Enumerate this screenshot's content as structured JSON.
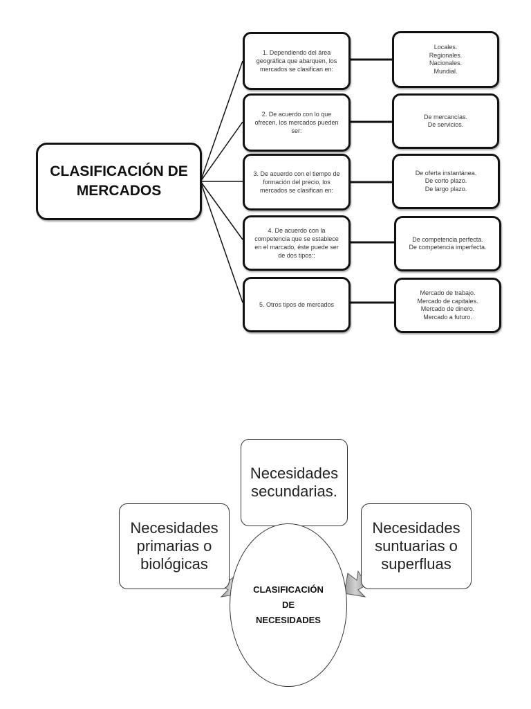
{
  "diagram1": {
    "title": "CLASIFICACIÓN DE\nMERCADOS",
    "categories": [
      {
        "label": "1. Dependiendo del área\ngeográfica que abarquen, los\nmercados se clasifican en:",
        "items": "Locales.\nRegionales.\nNacionales.\nMundial."
      },
      {
        "label": "2. De acuerdo con lo que\nofrecen, los mercados pueden\nser:",
        "items": "De mercancías.\nDe servicios."
      },
      {
        "label": "3. De acuerdo con el tiempo de\nformación del precio, los\nmercados se clasifican en:",
        "items": "De oferta instantánea.\nDe corto plazo.\nDe largo plazo."
      },
      {
        "label": "4. De acuerdo con la\ncompetencia que se establece\nen el marcado, éste puede ser\nde dos tipos::",
        "items": "De competencia perfecta.\nDe competencia imperfecta."
      },
      {
        "label": "5. Otros tipos de mercados",
        "items": "Mercado de trabajo.\nMercado de capitales.\nMercado de dinero.\nMercado a futuro."
      }
    ]
  },
  "diagram2": {
    "center": "CLASIFICACIÓN\nDE\nNECESIDADES",
    "primary": "Necesidades\nprimarias o\nbiológicas",
    "secondary": "Necesidades\nsecundarias.",
    "sumptuary": "Necesidades\nsuntuarias o\nsuperfluas",
    "arrow_color": "#b5b5b5"
  }
}
